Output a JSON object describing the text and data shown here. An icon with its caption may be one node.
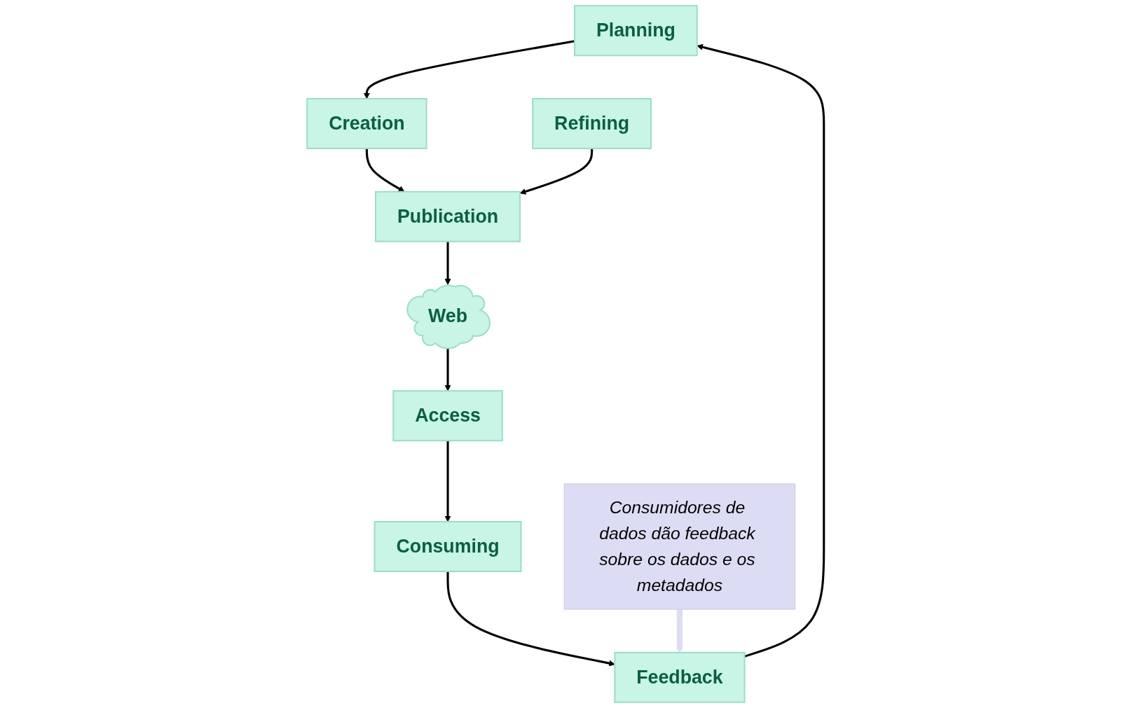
{
  "diagram": {
    "nodes": [
      {
        "text": [
          "Planning"
        ]
      },
      {
        "text": [
          "Creation"
        ]
      },
      {
        "text": [
          "Publication"
        ]
      },
      {
        "text": [
          "Web"
        ]
      },
      {
        "text": [
          "Access"
        ]
      },
      {
        "text": [
          "Consuming"
        ]
      },
      {
        "text": [
          "Feedback"
        ]
      },
      {
        "text": [
          "Refining"
        ]
      },
      {
        "text": [
          "Consumidores de dados dão feedback sobre os dados e os metadados"
        ]
      }
    ],
    "edges": [
      {
        "from": 0,
        "to": 1,
        "arrow": "to"
      },
      {
        "from": 1,
        "to": 2,
        "arrow": "to"
      },
      {
        "from": 7,
        "to": 2,
        "arrow": "to"
      },
      {
        "from": 2,
        "to": 3,
        "arrow": "to"
      },
      {
        "from": 3,
        "to": 4,
        "arrow": "to"
      },
      {
        "from": 4,
        "to": 5,
        "arrow": "to"
      },
      {
        "from": 5,
        "to": 6,
        "arrow": "to"
      },
      {
        "from": 6,
        "to": 0,
        "arrow": "to"
      },
      {
        "from": 8,
        "to": 6,
        "arrow": "to",
        "style": "thick",
        "color": "#dcdcf4"
      }
    ]
  }
}
